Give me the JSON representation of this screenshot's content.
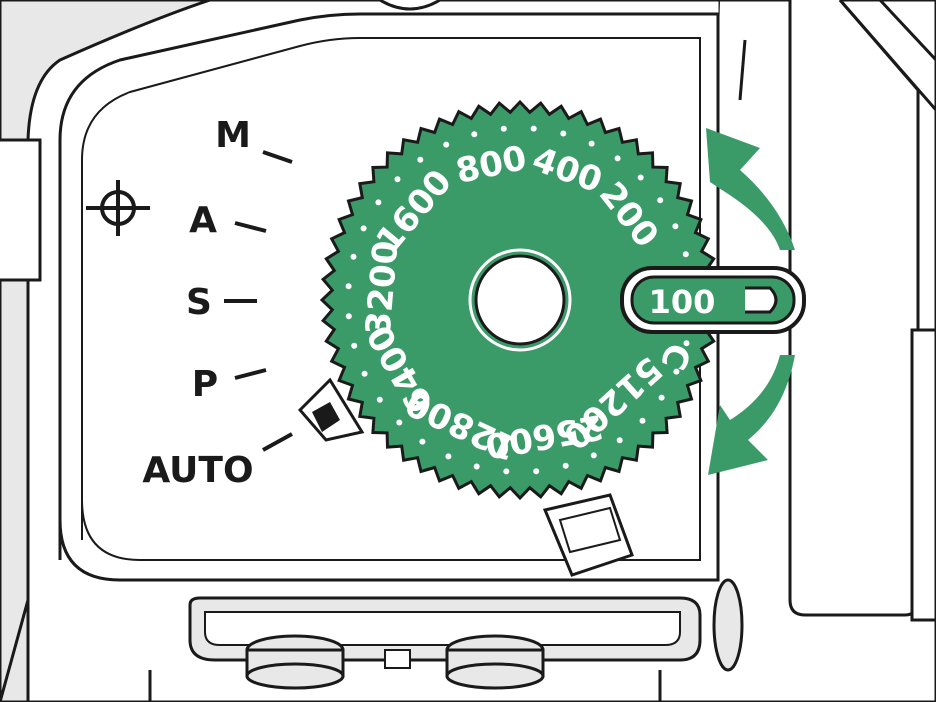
{
  "modes": [
    "M",
    "A",
    "S",
    "P",
    "AUTO"
  ],
  "iso_dial": {
    "values": [
      "100",
      "200",
      "400",
      "800",
      "1600",
      "3200",
      "6400",
      "12800",
      "25600",
      "51200",
      "C"
    ],
    "selected": "100"
  },
  "colors": {
    "dial_green": "#3a9b68",
    "outline": "#1a1a1a",
    "body_gray": "#e8e8e8",
    "window_white": "#ffffff"
  },
  "icons": [
    "focal-plane-mark-icon",
    "rotate-up-arrow-icon",
    "rotate-down-arrow-icon",
    "dial-lock-button-icon"
  ]
}
